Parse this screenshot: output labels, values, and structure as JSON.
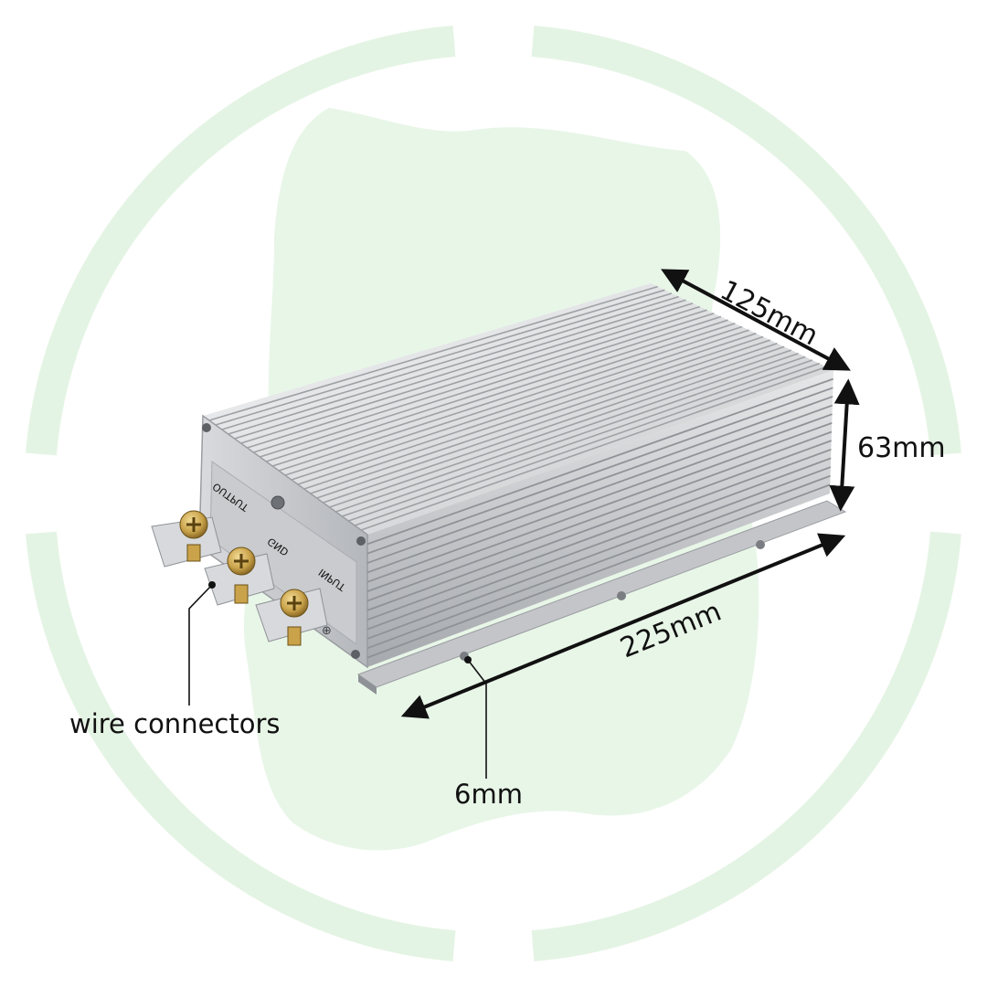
{
  "image": {
    "subject": "aluminum finned DC-DC converter enclosure with dimension annotations",
    "background_motif": "green circular ring with silhouette",
    "colors": {
      "background": "#ffffff",
      "ring": "#e4f4e4",
      "silhouette": "#e8f6e8",
      "annotation_ink": "#111111",
      "aluminum_light": "#e9eaec",
      "aluminum_dark": "#8f9296",
      "brass_terminal": "#c9a24a"
    }
  },
  "dimensions": {
    "width_label": "125mm",
    "height_label": "63mm",
    "length_label": "225mm",
    "flange_label": "6mm"
  },
  "callouts": {
    "connectors_label": "wire connectors"
  },
  "panel_text": {
    "output": "OUTPUT",
    "gnd": "GND",
    "input": "INPUT"
  }
}
